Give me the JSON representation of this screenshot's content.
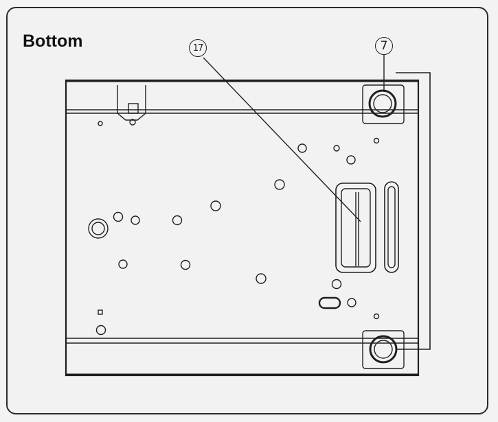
{
  "title": "Bottom",
  "callouts": [
    {
      "id": "17",
      "label": "17"
    },
    {
      "id": "7",
      "label": "7"
    }
  ],
  "colors": {
    "line": "#1f1f1f",
    "background": "#f3f3f3",
    "frame": "#2a2a2a"
  }
}
